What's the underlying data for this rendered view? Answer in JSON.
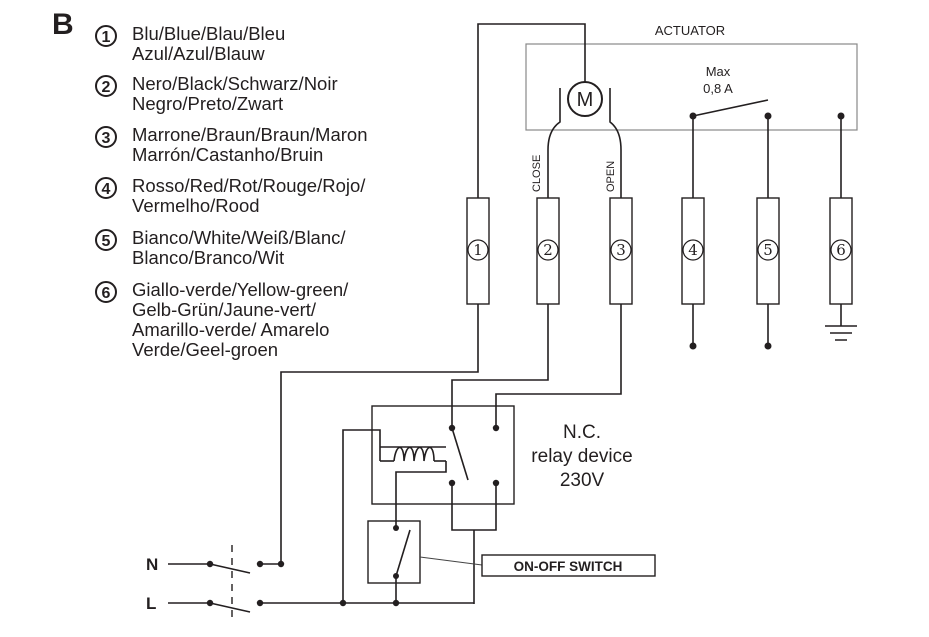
{
  "section_letter": "B",
  "legend": [
    {
      "num": "1",
      "lines": [
        "Blu/Blue/Blau/Bleu",
        "Azul/Azul/Blauw"
      ]
    },
    {
      "num": "2",
      "lines": [
        "Nero/Black/Schwarz/Noir",
        "Negro/Preto/Zwart"
      ]
    },
    {
      "num": "3",
      "lines": [
        "Marrone/Braun/Braun/Maron",
        "Marrón/Castanho/Bruin"
      ]
    },
    {
      "num": "4",
      "lines": [
        "Rosso/Red/Rot/Rouge/Rojo/",
        "Vermelho/Rood"
      ]
    },
    {
      "num": "5",
      "lines": [
        "Bianco/White/Weiß/Blanc/",
        "Blanco/Branco/Wit"
      ]
    },
    {
      "num": "6",
      "lines": [
        "Giallo-verde/Yellow-green/",
        "Gelb-Grün/Jaune-vert/",
        "Amarillo-verde/ Amarelo",
        "Verde/Geel-groen"
      ]
    }
  ],
  "actuator": {
    "title": "ACTUATOR",
    "motor": "M",
    "max_line1": "Max",
    "max_line2": "0,8 A"
  },
  "wire_labels": {
    "close": "CLOSE",
    "open": "OPEN"
  },
  "terminals": [
    "1",
    "2",
    "3",
    "4",
    "5",
    "6"
  ],
  "relay": {
    "line1": "N.C.",
    "line2": "relay device",
    "line3": "230V"
  },
  "switch_label": "ON-OFF SWITCH",
  "lines": {
    "neutral": "N",
    "live": "L"
  }
}
